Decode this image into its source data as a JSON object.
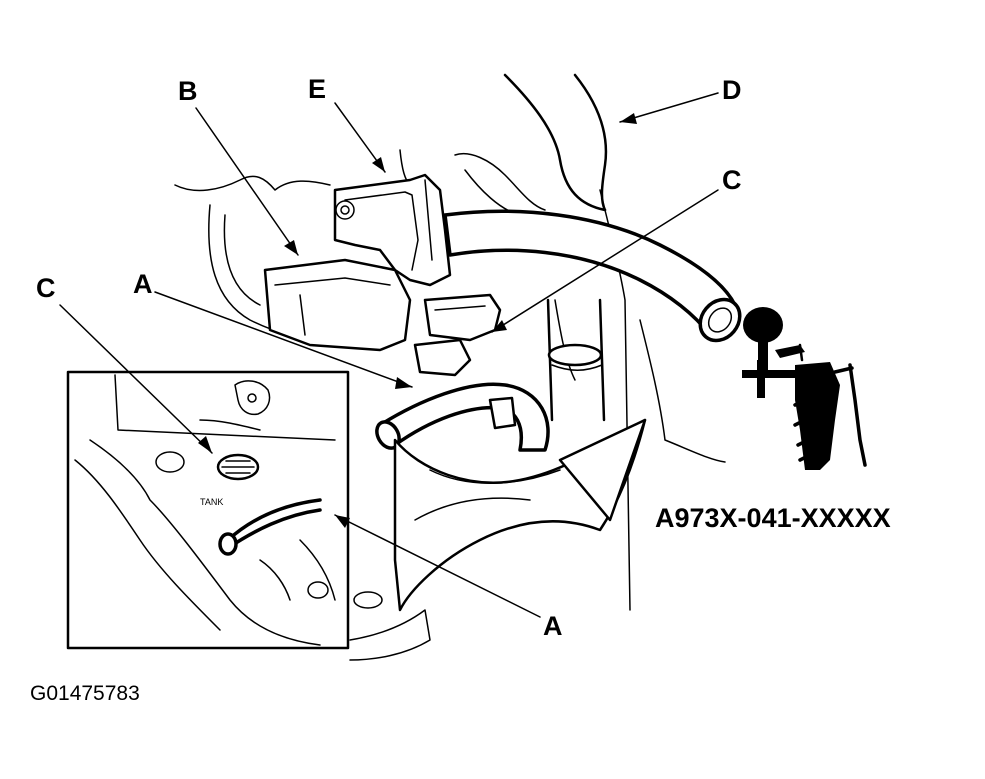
{
  "callouts": {
    "b": "B",
    "e": "E",
    "d": "D",
    "c_right": "C",
    "c_left": "C",
    "a_top": "A",
    "a_bottom": "A"
  },
  "inset_tank_label": "TANK",
  "tool_part_number": "A973X-041-XXXXX",
  "figure_id": "G01475783"
}
